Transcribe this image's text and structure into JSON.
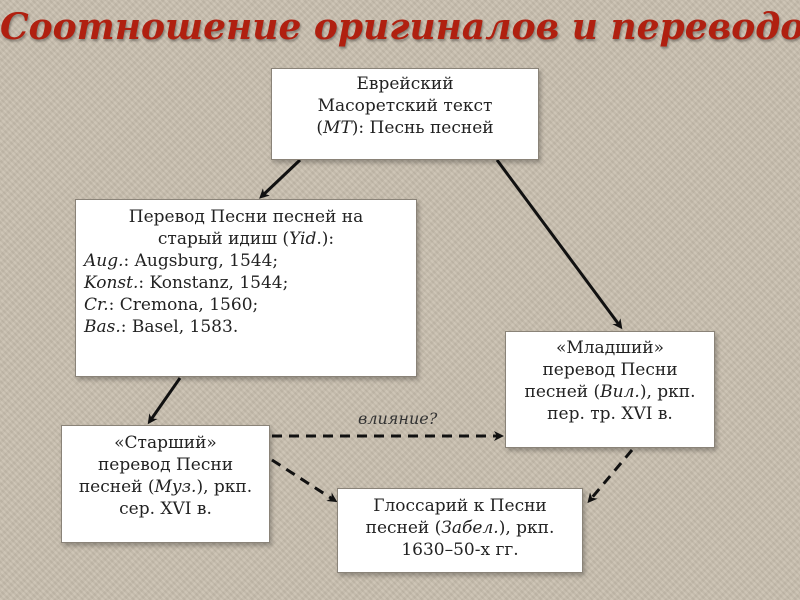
{
  "title": "Соотношение оригиналов и переводов",
  "mt": {
    "line1": "Еврейский",
    "line2": "Масоретский текст",
    "line3_open": "(",
    "line3_abbr": "MT",
    "line3_rest": "): Песнь песней"
  },
  "yid": {
    "line1": "Перевод Песни песней на",
    "line2_pre": "старый идиш (",
    "line2_abbr": "Yid",
    "line2_post": ".):",
    "items": [
      {
        "abbr": "Aug.",
        "text": ": Augsburg, 1544;"
      },
      {
        "abbr": "Konst.",
        "text": ": Konstanz, 1544;"
      },
      {
        "abbr": "Cr.",
        "text": ": Cremona, 1560;"
      },
      {
        "abbr": "Bas.",
        "text": ": Basel, 1583."
      }
    ]
  },
  "vil": {
    "line1": "«Младший»",
    "line2": "перевод Песни",
    "line3_pre": "песней (",
    "line3_abbr": "Вил.",
    "line3_post": "), ркп.",
    "line4": "пер. тр. XVI в."
  },
  "muz": {
    "line1": "«Старший»",
    "line2": "перевод Песни",
    "line3_pre": "песней (",
    "line3_abbr": "Муз.",
    "line3_post": "), ркп.",
    "line4": "сер. XVI в."
  },
  "gloss": {
    "line1": "Глоссарий к Песни",
    "line2_pre": "песней (",
    "line2_abbr": "Забел.",
    "line2_post": "), ркп.",
    "line3": "1630–50-х гг."
  },
  "influence_label": "влияние?",
  "colors": {
    "title": "#b02010",
    "arrow": "#111111"
  }
}
